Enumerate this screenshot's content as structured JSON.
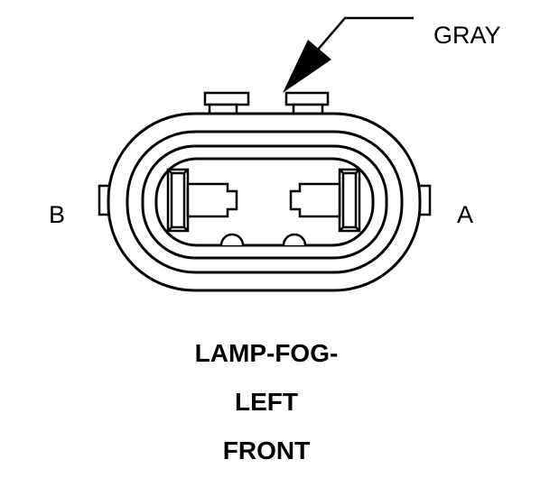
{
  "callout": {
    "wire_color": "GRAY"
  },
  "pins": {
    "left": "B",
    "right": "A"
  },
  "component": {
    "lines": [
      "LAMP-FOG-",
      "LEFT",
      "FRONT"
    ]
  },
  "colors": {
    "ink": "#000000",
    "paper": "#ffffff"
  }
}
